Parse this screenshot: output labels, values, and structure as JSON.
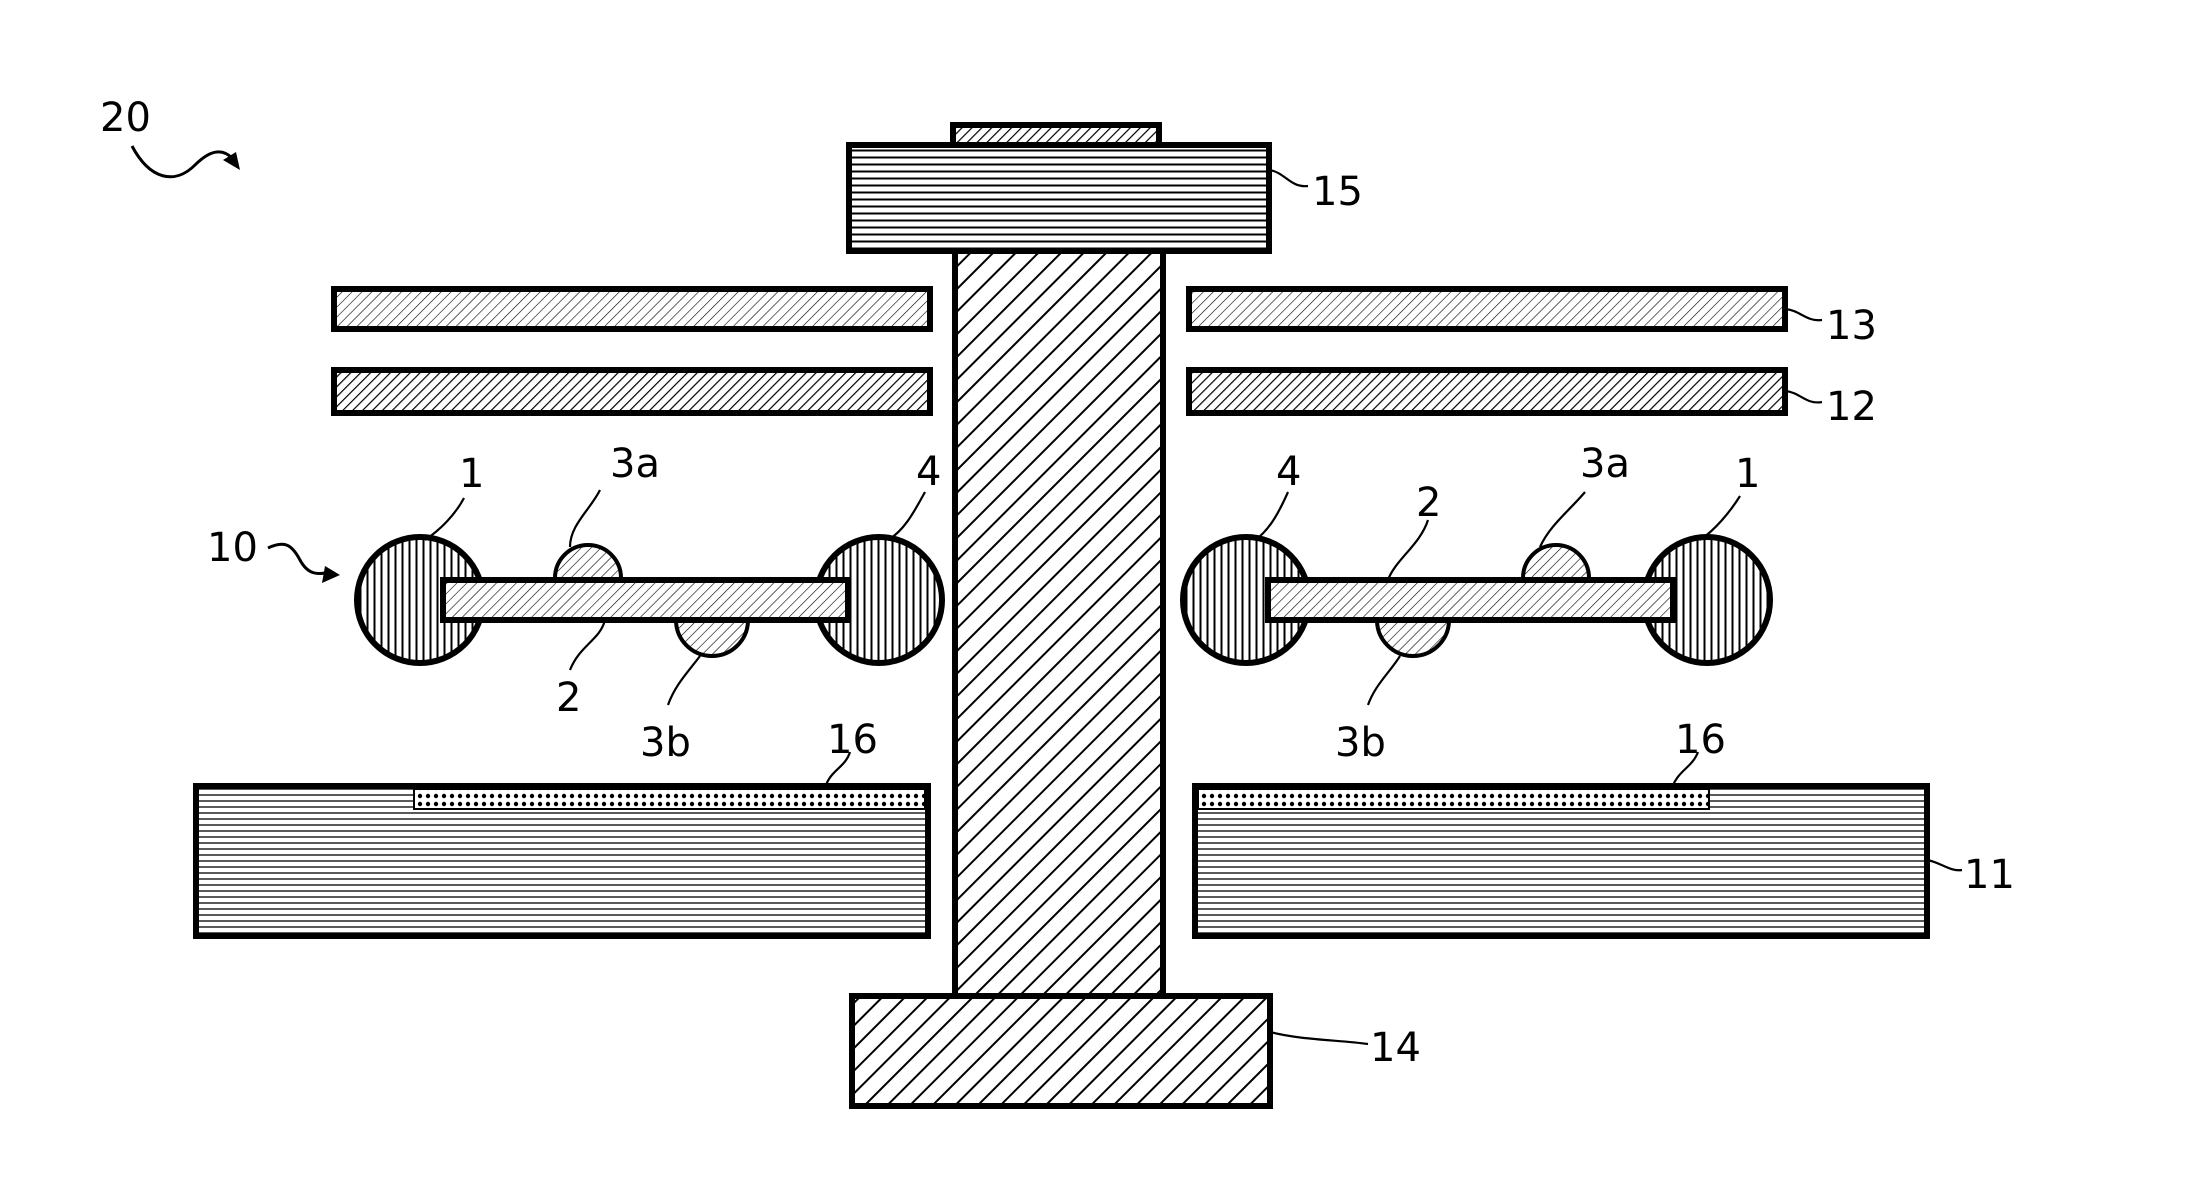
{
  "figure": {
    "labels": {
      "device": "20",
      "bearing_assembly": "10",
      "outer_ball": "1",
      "plate": "2",
      "bump_upper": "3a",
      "bump_lower": "3b",
      "inner_ball": "4",
      "base_plate": "11",
      "layer_12": "12",
      "layer_13": "13",
      "foot": "14",
      "cap": "15",
      "groove": "16"
    }
  }
}
